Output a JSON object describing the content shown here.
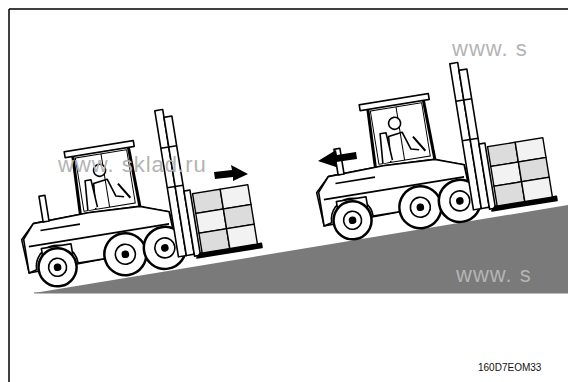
{
  "diagram": {
    "labels": [
      "www. s",
      "www. sklad.ru",
      "www. s",
      "160D7EOM33"
    ]
  }
}
